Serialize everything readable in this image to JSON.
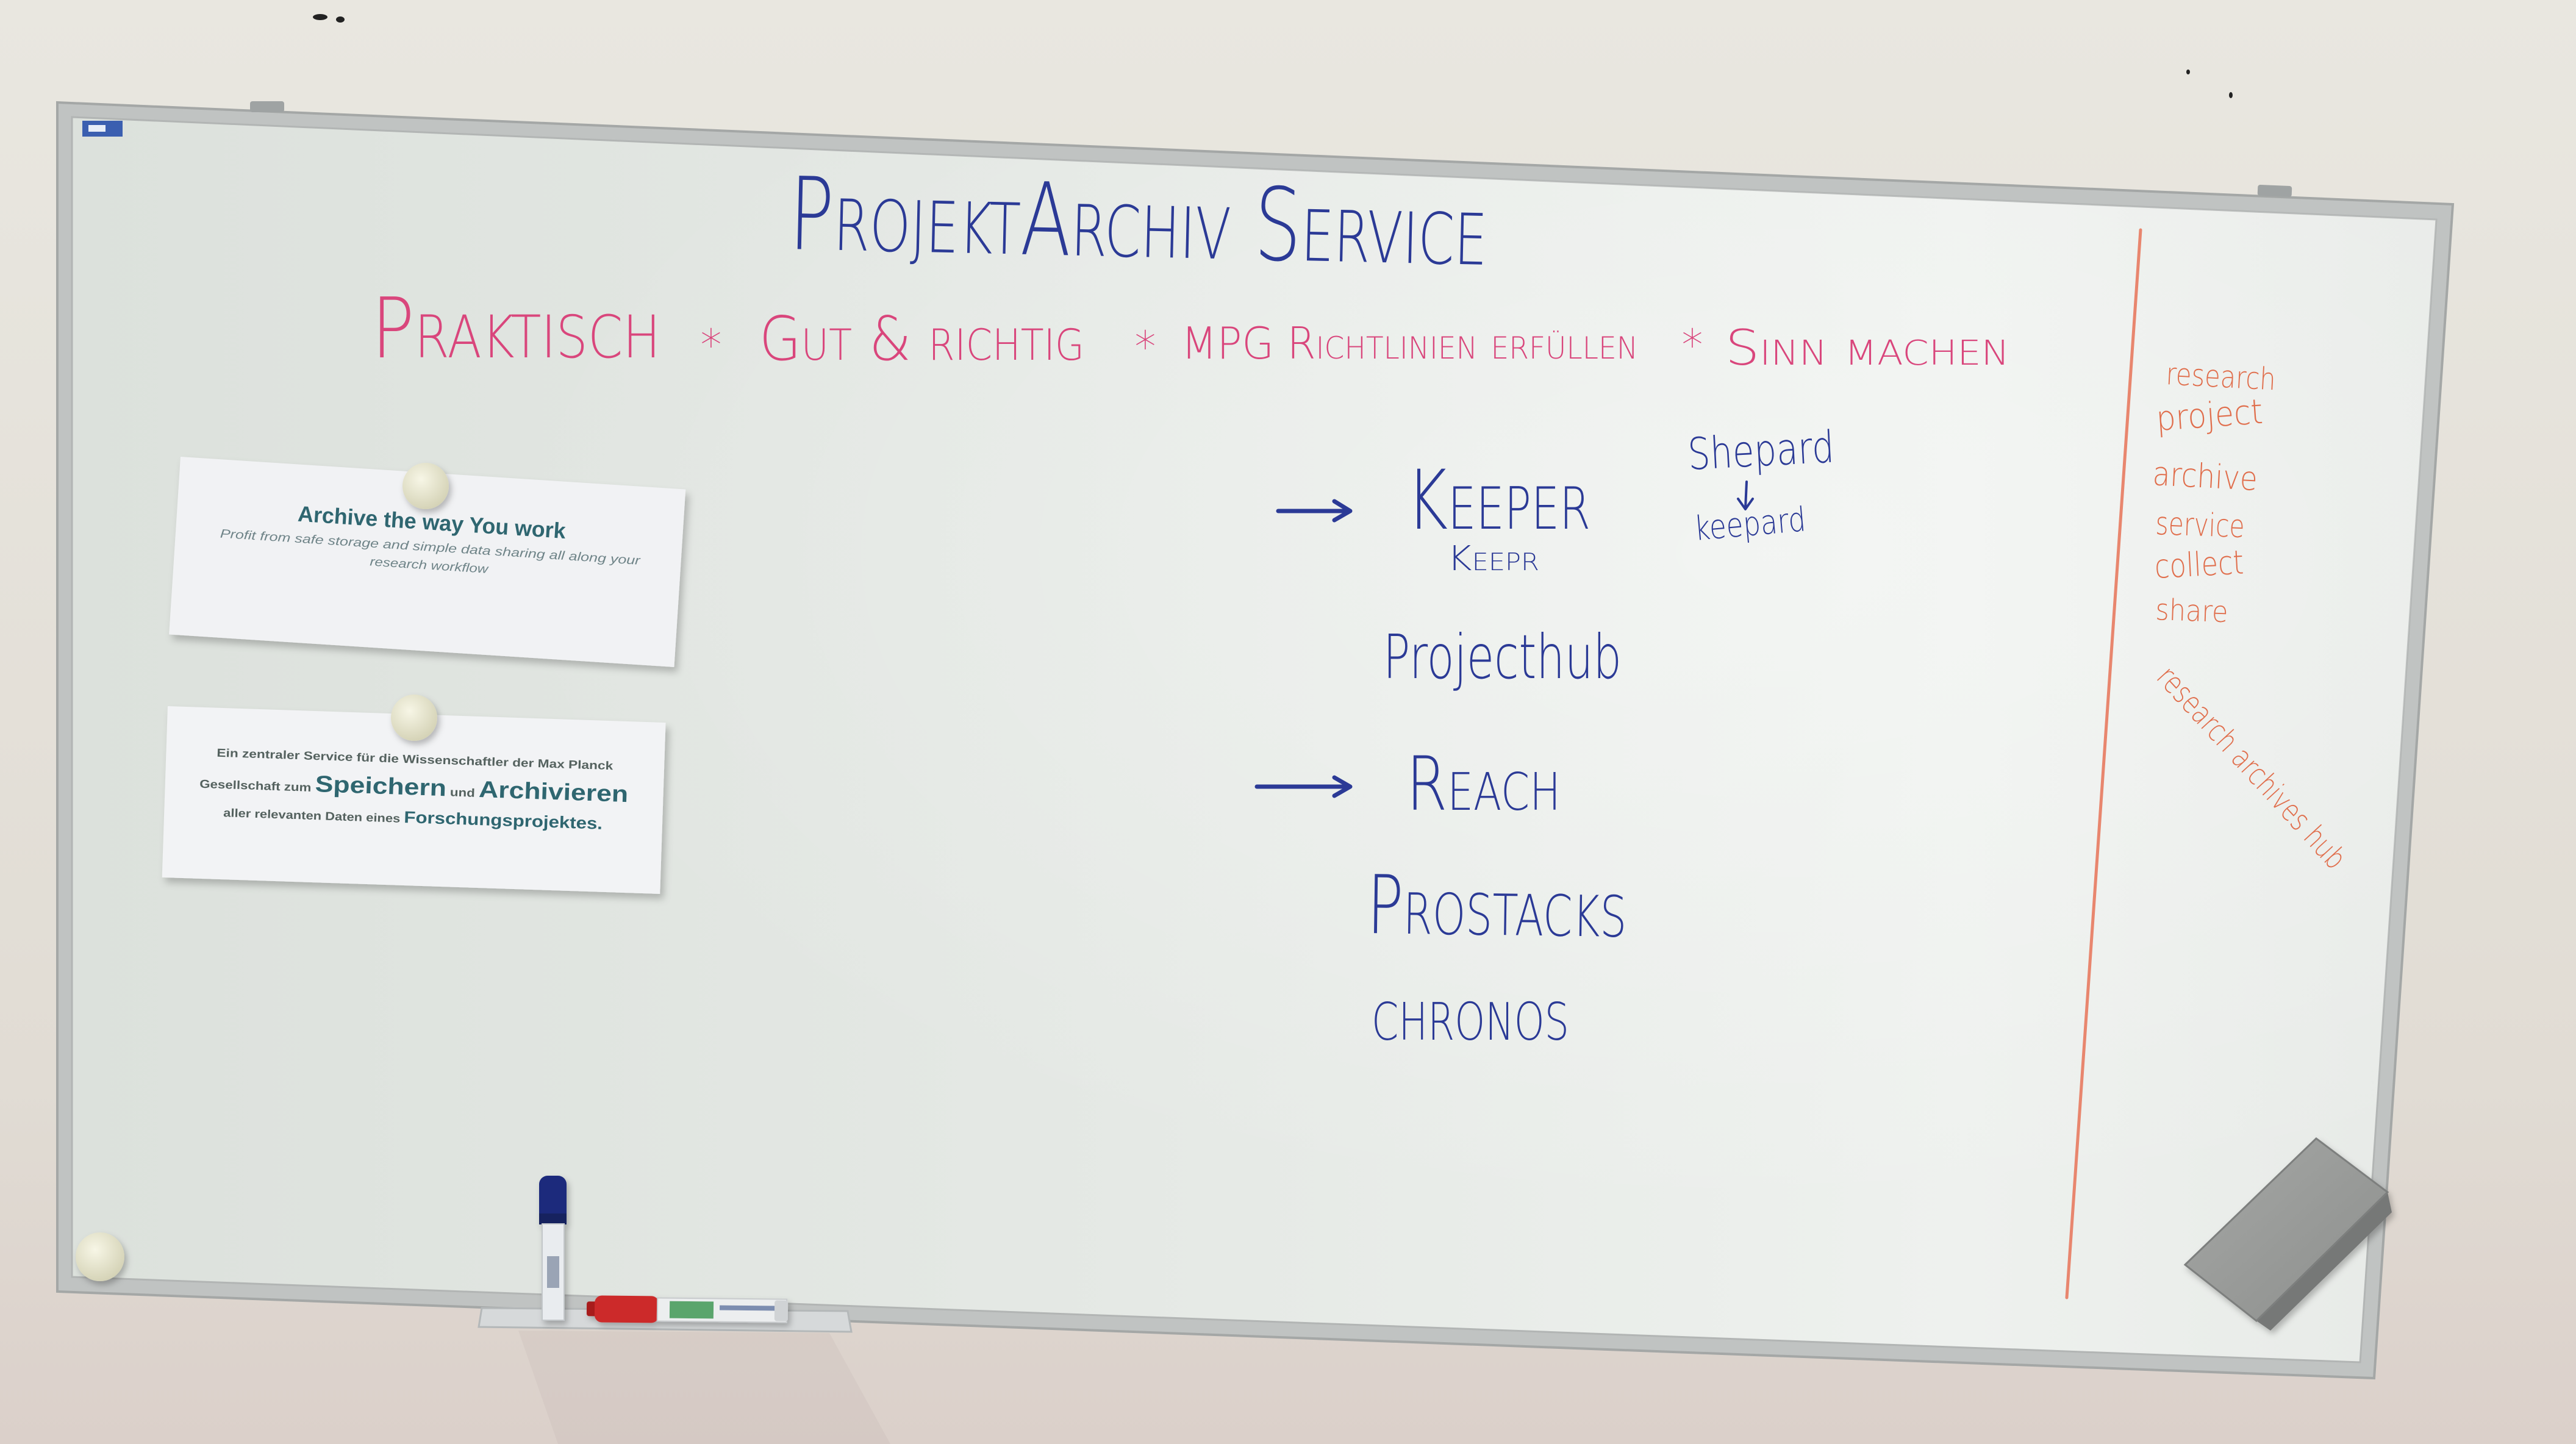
{
  "board": {
    "title": "ProjektArchiv Service",
    "goals": {
      "items": [
        "Praktisch",
        "Gut & richtig",
        "MPG Richtlinien erfüllen",
        "Sinn machen"
      ],
      "separator": "*"
    },
    "services": {
      "keeper": "Keeper",
      "keeper_alt": "Keepr",
      "shepard": "Shepard",
      "keepard": "keepard",
      "projecthub": "Projecthub",
      "reach": "Reach",
      "prostacks": "Prostacks",
      "chronos": "CHRONOS"
    },
    "keywords": [
      "research",
      "project",
      "archive",
      "service",
      "collect",
      "share"
    ],
    "diagonal_note": "research archives hub"
  },
  "posters": [
    {
      "heading": "Archive the way You work",
      "lines": [
        "Profit from safe storage and simple data sharing all along your",
        "research workflow"
      ]
    },
    {
      "line1": "Ein zentraler Service für die Wissenschaftler der Max Planck",
      "line2": [
        "Gesellschaft zum",
        "Speichern",
        "und",
        "Archivieren"
      ],
      "line3": [
        "aller relevanten Daten eines",
        "Forschungsprojektes."
      ]
    }
  ],
  "colors": {
    "blue_marker": "#2b3a96",
    "pink_marker": "#d9467c",
    "orange_marker": "#e06e4c",
    "poster_teal": "#2f6670",
    "poster_gray": "#55625f"
  }
}
